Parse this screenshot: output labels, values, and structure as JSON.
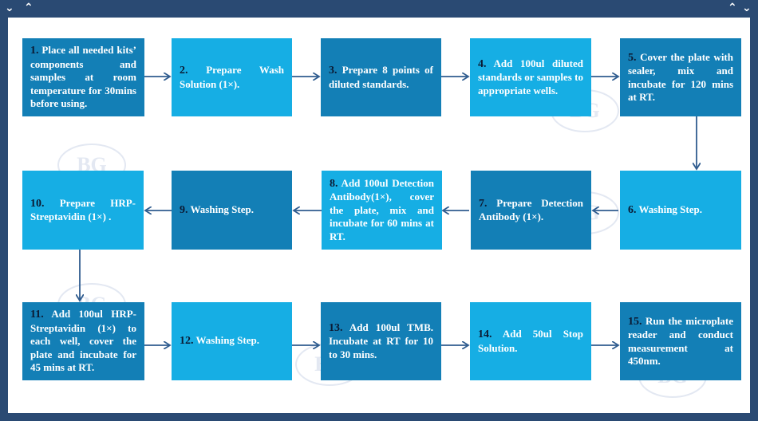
{
  "steps": [
    {
      "num": "1.",
      "text": " Place all needed kits’ components and samples at room temperature for 30mins before using."
    },
    {
      "num": "2.",
      "text": " Prepare Wash Solution (1×)."
    },
    {
      "num": "3.",
      "text": " Prepare 8 points of diluted standards."
    },
    {
      "num": "4.",
      "text": " Add 100ul diluted standards or samples to appropriate wells."
    },
    {
      "num": "5.",
      "text": " Cover the plate with sealer, mix and incubate for 120 mins at RT."
    },
    {
      "num": "6.",
      "text": " Washing Step."
    },
    {
      "num": "7.",
      "text": " Prepare Detection Antibody (1×)."
    },
    {
      "num": "8.",
      "text": " Add 100ul Detection Antibody(1×), cover the plate, mix and incubate for 60 mins at RT."
    },
    {
      "num": "9.",
      "text": " Washing Step."
    },
    {
      "num": "10.",
      "text": " Prepare HRP-Streptavidin (1×) ."
    },
    {
      "num": "11.",
      "text": " Add 100ul HRP-Streptavidin (1×) to each well, cover the plate and incubate for 45 mins at RT."
    },
    {
      "num": "12.",
      "text": " Washing Step."
    },
    {
      "num": "13.",
      "text": " Add 100ul TMB. Incubate at RT for 10 to 30 mins."
    },
    {
      "num": "14.",
      "text": " Add 50ul Stop Solution."
    },
    {
      "num": "15.",
      "text": " Run the microplate reader and conduct measurement at 450nm."
    }
  ],
  "watermark": "BG",
  "colors": {
    "dark": "#137fb6",
    "light": "#16aee4",
    "frame": "#2a4a73",
    "arrow": "#2f5c8f",
    "number": "#0b1a33"
  }
}
